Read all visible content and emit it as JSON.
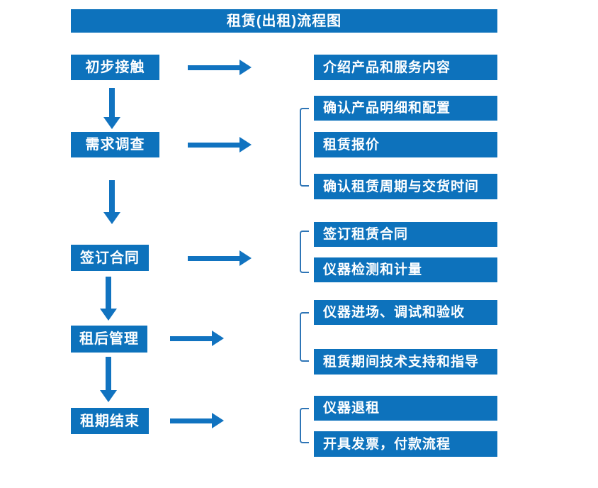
{
  "title": "租赁(出租)流程图",
  "colors": {
    "box_blue": "#0d72bc",
    "arrow_blue": "#1173c0",
    "bracket_blue": "#2e75b6",
    "text_white": "#ffffff"
  },
  "steps": [
    {
      "label": "初步接触",
      "outputs": [
        "介绍产品和服务内容"
      ]
    },
    {
      "label": "需求调查",
      "outputs": [
        "确认产品明细和配置",
        "租赁报价",
        "确认租赁周期与交货时间"
      ]
    },
    {
      "label": "签订合同",
      "outputs": [
        "签订租赁合同",
        "仪器检测和计量"
      ]
    },
    {
      "label": "租后管理",
      "outputs": [
        "仪器进场、调试和验收",
        "租赁期间技术支持和指导"
      ]
    },
    {
      "label": "租期结束",
      "outputs": [
        "仪器退租",
        "开具发票，付款流程"
      ]
    }
  ]
}
